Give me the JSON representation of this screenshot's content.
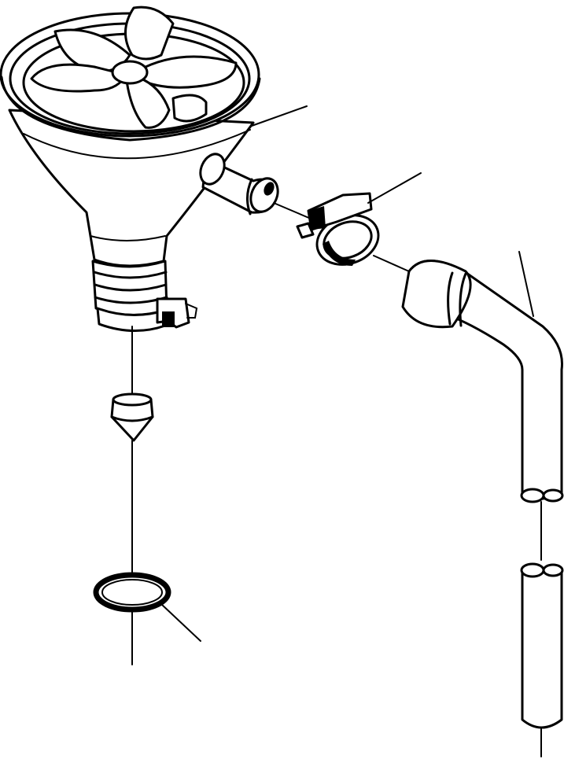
{
  "diagram": {
    "kind": "exploded-parts-illustration",
    "colors": {
      "line": "#000000",
      "background": "#ffffff"
    },
    "parts": [
      {
        "id": "strainer-funnel"
      },
      {
        "id": "hose-connector"
      },
      {
        "id": "hose-clamp"
      },
      {
        "id": "bent-hose"
      },
      {
        "id": "float-weight"
      },
      {
        "id": "o-ring"
      }
    ],
    "leader_lines": 4
  }
}
